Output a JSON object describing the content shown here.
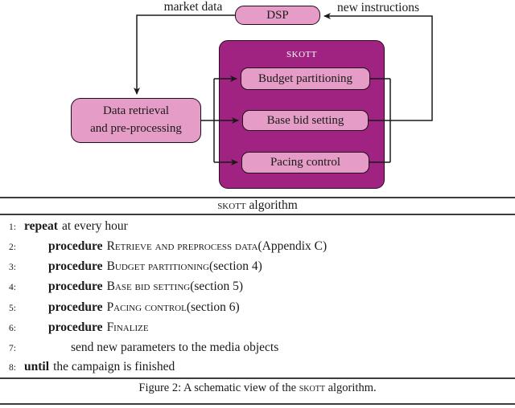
{
  "figure": {
    "flow": {
      "market_data_label": "market data",
      "new_instructions_label": "new instructions",
      "dsp_label": "DSP",
      "data_retrieval_line1": "Data retrieval",
      "data_retrieval_line2": "and pre-processing",
      "skott_container_label": "skott",
      "budget_box_label": "Budget partitioning",
      "base_bid_box_label": "Base bid setting",
      "pacing_box_label": "Pacing control"
    },
    "colors": {
      "node_pink": "#e59cc6",
      "container_magenta": "#a02382"
    }
  },
  "algorithm": {
    "title_sc": "skott",
    "title_rest": " algorithm",
    "lines": [
      {
        "num": "1:",
        "kw": "repeat",
        "sc": "",
        "rest": "at every hour"
      },
      {
        "num": "2:",
        "kw": "procedure",
        "sc": "Retrieve and preprocess data",
        "rest": "(Appendix C)"
      },
      {
        "num": "3:",
        "kw": "procedure",
        "sc": "Budget partitioning",
        "rest": "(section 4)"
      },
      {
        "num": "4:",
        "kw": "procedure",
        "sc": "Base bid setting",
        "rest": "(section 5)"
      },
      {
        "num": "5:",
        "kw": "procedure",
        "sc": "Pacing control",
        "rest": "(section 6)"
      },
      {
        "num": "6:",
        "kw": "procedure",
        "sc": "Finalize",
        "rest": ""
      },
      {
        "num": "7:",
        "kw": "",
        "sc": "",
        "rest": "send new parameters to the media objects"
      },
      {
        "num": "8:",
        "kw": "until",
        "sc": "",
        "rest": "the campaign is finished"
      }
    ]
  },
  "caption": {
    "prefix": "Figure 2: A schematic view of the ",
    "sc": "skott",
    "suffix": " algorithm."
  }
}
